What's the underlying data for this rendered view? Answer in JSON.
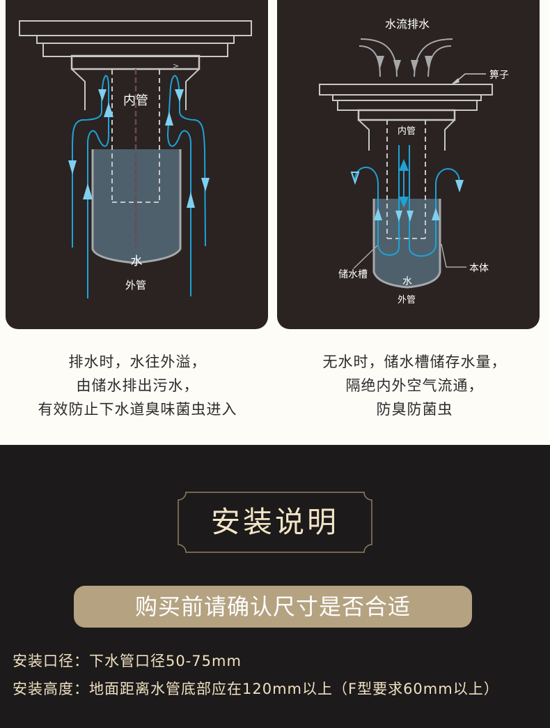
{
  "diagrams": {
    "left": {
      "labels": {
        "inner_pipe": "内管",
        "water": "水",
        "outer_pipe": "外管"
      }
    },
    "right": {
      "labels": {
        "drain_flow": "水流排水",
        "grate": "箅子",
        "inner_pipe": "内管",
        "reservoir": "储水槽",
        "body": "本体",
        "water": "水",
        "outer_pipe": "外管"
      }
    },
    "colors": {
      "panel_bg": "#2a2322",
      "flow_line": "#1ea3d8",
      "arrow_fill": "#7fd0f0",
      "water_fill": "#4e606b",
      "outline": "#c8c8c8"
    }
  },
  "captions": {
    "left": [
      "排水时，水往外溢，",
      "由储水排出污水，",
      "有效防止下水道臭味菌虫进入"
    ],
    "right": [
      "无水时，储水槽储存水量，",
      "隔绝内外空气流通，",
      "防臭防菌虫"
    ]
  },
  "install": {
    "section_title": "安装说明",
    "notice": "购买前请确认尺寸是否合适",
    "specs": [
      "安装口径：下水管口径50-75mm",
      "安装高度：地面距离水管底部应在120mm以上（F型要求60mm以上）"
    ]
  },
  "theme": {
    "page_bg_top": "#fdfcf7",
    "page_bg_bottom": "#1c1a1a",
    "accent_gold": "#b4a281",
    "text_cream": "#f4e4c6"
  }
}
